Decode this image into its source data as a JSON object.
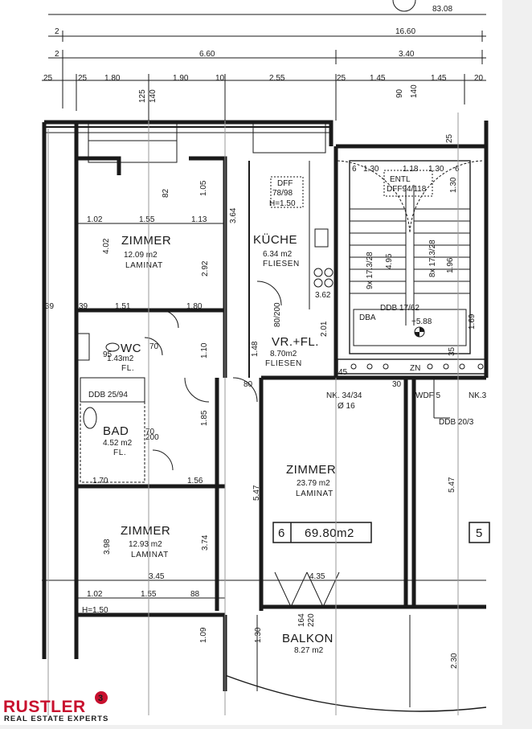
{
  "top_partial": "83.08",
  "dims": {
    "row1_left": "2",
    "row1_total": "16.60",
    "row2_left": "2",
    "row2_a": "6.60",
    "row2_b": "3.40",
    "row3": [
      "25",
      "25",
      "1.80",
      "1.90",
      "10",
      "2.55",
      "25",
      "1.45",
      "1.45",
      "20"
    ],
    "vert_a": "125",
    "vert_b": "140",
    "vert_c": "90",
    "vert_d": "140",
    "vert_e": "25"
  },
  "rooms": {
    "zimmer1": {
      "name": "ZIMMER",
      "area": "12.09 m2",
      "floor": "LAMINAT"
    },
    "kueche": {
      "name": "KÜCHE",
      "area": "6.34 m2",
      "floor": "FLIESEN"
    },
    "wc": {
      "name": "WC",
      "area": "1.43m2",
      "floor": "FL."
    },
    "vr": {
      "name": "VR.+FL.",
      "area": "8.70m2",
      "floor": "FLIESEN"
    },
    "bad": {
      "name": "BAD",
      "area": "4.52 m2",
      "floor": "FL."
    },
    "zimmer2": {
      "name": "ZIMMER",
      "area": "23.79 m2",
      "floor": "LAMINAT"
    },
    "zimmer3": {
      "name": "ZIMMER",
      "area": "12.93 m2",
      "floor": "LAMINAT"
    },
    "balkon": {
      "name": "BALKON",
      "area": "8.27 m2"
    }
  },
  "unit_box": {
    "number": "6",
    "area": "69.80m2"
  },
  "next_unit": "5",
  "labels": {
    "dff": "DFF",
    "dff_size": "78/98",
    "dff_h": "H=1.50",
    "ent": "ENTL",
    "ent_size": "DFF94/118",
    "ddb1": "DDB 17/62",
    "dba": "DBA",
    "level": "+5.88",
    "ddb2": "DDB 25/94",
    "ddb3": "DDB 20/3",
    "nk1": "NK. 34/34",
    "nk1b": "Ø 16",
    "nk2": "NK.3",
    "wdf": "WDF 5",
    "zn": "ZN",
    "stair1": "9x 17.3/28",
    "stair2": "8x 17.3/28",
    "h150": "H=1.50",
    "v_402": "4.02",
    "v_292": "2.92",
    "v_364": "3.64",
    "v_547a": "5.47",
    "v_547b": "5.47",
    "v_374": "3.74",
    "v_398": "3.98",
    "v_230": "2.30",
    "v_169": "1.69",
    "v_130": "1.30",
    "h_102": "1.02",
    "h_155": "1.55",
    "h_113": "1.13",
    "h_39": "39",
    "h_151": "1.51",
    "h_180": "1.80",
    "h_170": "1.70",
    "h_156": "1.56",
    "h_345": "3.45",
    "h_435": "4.35",
    "h_102b": "1.02",
    "h_155b": "1.55",
    "h_88": "88",
    "h_130": "1.30",
    "h_118": "1.18",
    "h_130b": "1.30",
    "n_362": "3.62",
    "n_495": "4.95",
    "n_196": "1.96",
    "n_201": "2.01",
    "n_148": "1.48",
    "n_110": "1.10",
    "n_185": "1.85",
    "n_200": "200",
    "n_80_200": "80/200",
    "n_70": "70",
    "n_95": "95",
    "n_10": "10",
    "n_80": "80",
    "n_45": "45",
    "n_30": "30",
    "n_82": "82",
    "n_105": "1.05",
    "n_109": "1.09",
    "n_164": "164",
    "n_220": "220",
    "n_39": "39",
    "n_6a": "6",
    "n_6b": "6",
    "n_35": "35",
    "n_1_30": "1.30"
  },
  "brand": {
    "name": "RUSTLER",
    "sub": "REAL ESTATE EXPERTS"
  }
}
